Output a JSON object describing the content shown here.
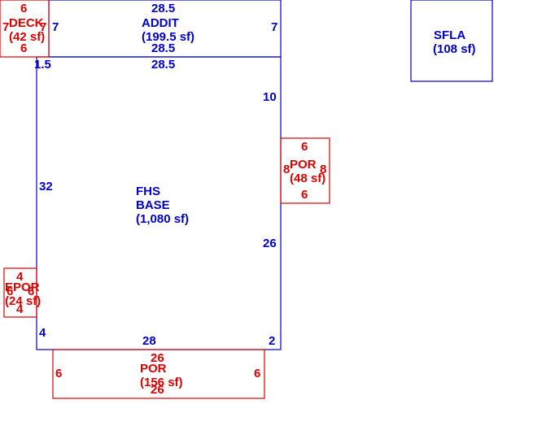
{
  "colors": {
    "main": "#0000cc",
    "secondary": "#dd0000",
    "background": "#ffffff"
  },
  "areas": {
    "base": {
      "name_line1": "FHS",
      "name_line2": "BASE",
      "sf": "(1,080 sf)"
    },
    "addit": {
      "name": "ADDIT",
      "sf": "(199.5 sf)"
    },
    "deck": {
      "name": "DECK",
      "sf": "(42 sf)"
    },
    "por_right": {
      "name": "POR",
      "sf": "(48 sf)"
    },
    "epor": {
      "name": "EPOR",
      "sf": "(24 sf)"
    },
    "por_bottom": {
      "name": "POR",
      "sf": "(156 sf)"
    },
    "sfla": {
      "name": "SFLA",
      "sf": "(108 sf)"
    }
  },
  "dimensions": {
    "base": {
      "top": "28.5",
      "left_top": "1.5",
      "left": "32",
      "left_bottom": "4",
      "right_top": "10",
      "right": "26",
      "bottom": "28",
      "bottom_right": "2"
    },
    "addit": {
      "top": "28.5",
      "bottom": "28.5",
      "left": "7",
      "right": "7"
    },
    "deck": {
      "top": "6",
      "bottom": "6",
      "left": "7",
      "right": "7"
    },
    "por_right": {
      "top": "6",
      "bottom": "6",
      "left": "8",
      "right": "8"
    },
    "epor": {
      "top": "4",
      "bottom": "4",
      "left": "6",
      "right": "6"
    },
    "por_bottom": {
      "top": "26",
      "bottom": "26",
      "left": "6",
      "right": "6"
    }
  }
}
